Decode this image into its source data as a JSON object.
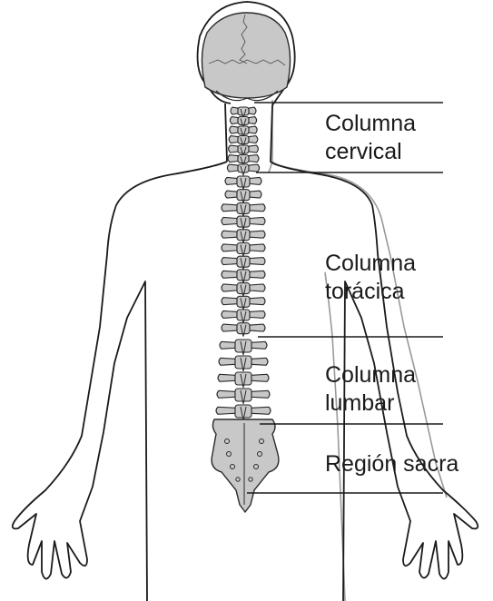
{
  "labels": {
    "cervical": [
      "Columna",
      "cervical"
    ],
    "thoracic": [
      "Columna",
      "torácica"
    ],
    "lumbar": [
      "Columna",
      "lumbar"
    ],
    "sacral": "Región sacra"
  },
  "colors": {
    "outline": "#1a1a1a",
    "bone_fill": "#c8c8c8",
    "bone_stroke": "#2a2a2a",
    "back_outline": "#999999",
    "leader_line": "#1a1a1a"
  }
}
